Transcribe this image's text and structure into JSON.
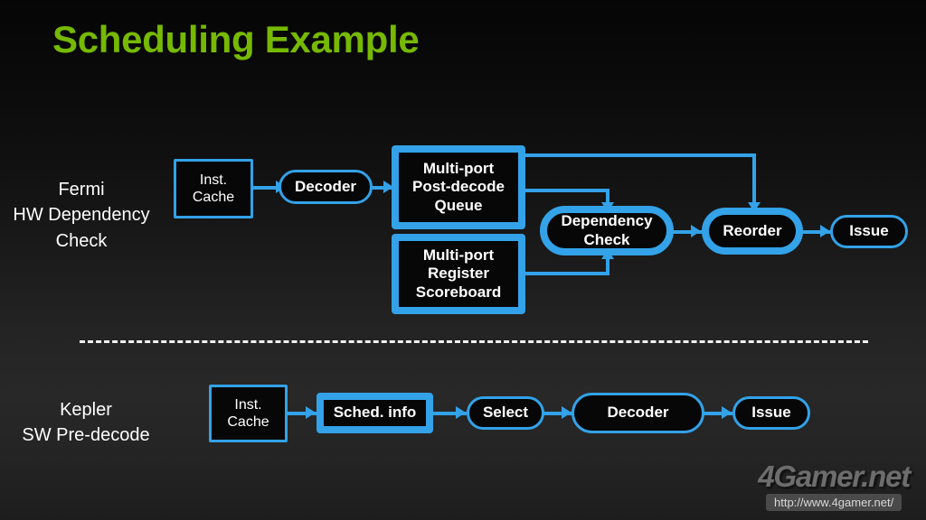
{
  "slide": {
    "title": "Scheduling Example",
    "accent_green": "#76b900",
    "accent_blue": "#33a2e8",
    "text_color": "#ffffff",
    "background": "#121212"
  },
  "rows": [
    {
      "id": "fermi",
      "label": "Fermi\nHW Dependency\nCheck",
      "label_lines": [
        "Fermi",
        "HW Dependency",
        "Check"
      ],
      "nodes": [
        {
          "id": "fermi-inst-cache",
          "text": "Inst.\nCache",
          "lines": [
            "Inst.",
            "Cache"
          ],
          "shape": "rect",
          "emphasis": "normal"
        },
        {
          "id": "fermi-decoder",
          "text": "Decoder",
          "lines": [
            "Decoder"
          ],
          "shape": "pill",
          "emphasis": "normal"
        },
        {
          "id": "fermi-postdecode-queue",
          "text": "Multi-port\nPost-decode\nQueue",
          "lines": [
            "Multi-port",
            "Post-decode",
            "Queue"
          ],
          "shape": "rect-thick",
          "emphasis": "strong"
        },
        {
          "id": "fermi-register-scoreboard",
          "text": "Multi-port\nRegister\nScoreboard",
          "lines": [
            "Multi-port",
            "Register",
            "Scoreboard"
          ],
          "shape": "rect-thick",
          "emphasis": "strong"
        },
        {
          "id": "fermi-dependency-check",
          "text": "Dependency\nCheck",
          "lines": [
            "Dependency",
            "Check"
          ],
          "shape": "pill-thick",
          "emphasis": "strong"
        },
        {
          "id": "fermi-reorder",
          "text": "Reorder",
          "lines": [
            "Reorder"
          ],
          "shape": "pill-thick",
          "emphasis": "strong"
        },
        {
          "id": "fermi-issue",
          "text": "Issue",
          "lines": [
            "Issue"
          ],
          "shape": "pill",
          "emphasis": "normal"
        }
      ]
    },
    {
      "id": "kepler",
      "label": "Kepler\nSW Pre-decode",
      "label_lines": [
        "Kepler",
        "SW Pre-decode"
      ],
      "nodes": [
        {
          "id": "kepler-inst-cache",
          "text": "Inst.\nCache",
          "lines": [
            "Inst.",
            "Cache"
          ],
          "shape": "rect",
          "emphasis": "normal"
        },
        {
          "id": "kepler-sched-info",
          "text": "Sched. info",
          "lines": [
            "Sched. info"
          ],
          "shape": "rect-thick",
          "emphasis": "strong"
        },
        {
          "id": "kepler-select",
          "text": "Select",
          "lines": [
            "Select"
          ],
          "shape": "pill",
          "emphasis": "normal"
        },
        {
          "id": "kepler-decoder",
          "text": "Decoder",
          "lines": [
            "Decoder"
          ],
          "shape": "pill",
          "emphasis": "normal"
        },
        {
          "id": "kepler-issue",
          "text": "Issue",
          "lines": [
            "Issue"
          ],
          "shape": "pill",
          "emphasis": "normal"
        }
      ]
    }
  ],
  "divider": {
    "style": "dashed",
    "color": "#f2f2f2"
  },
  "watermark": {
    "logo": "4Gamer.net",
    "url": "http://www.4gamer.net/"
  }
}
